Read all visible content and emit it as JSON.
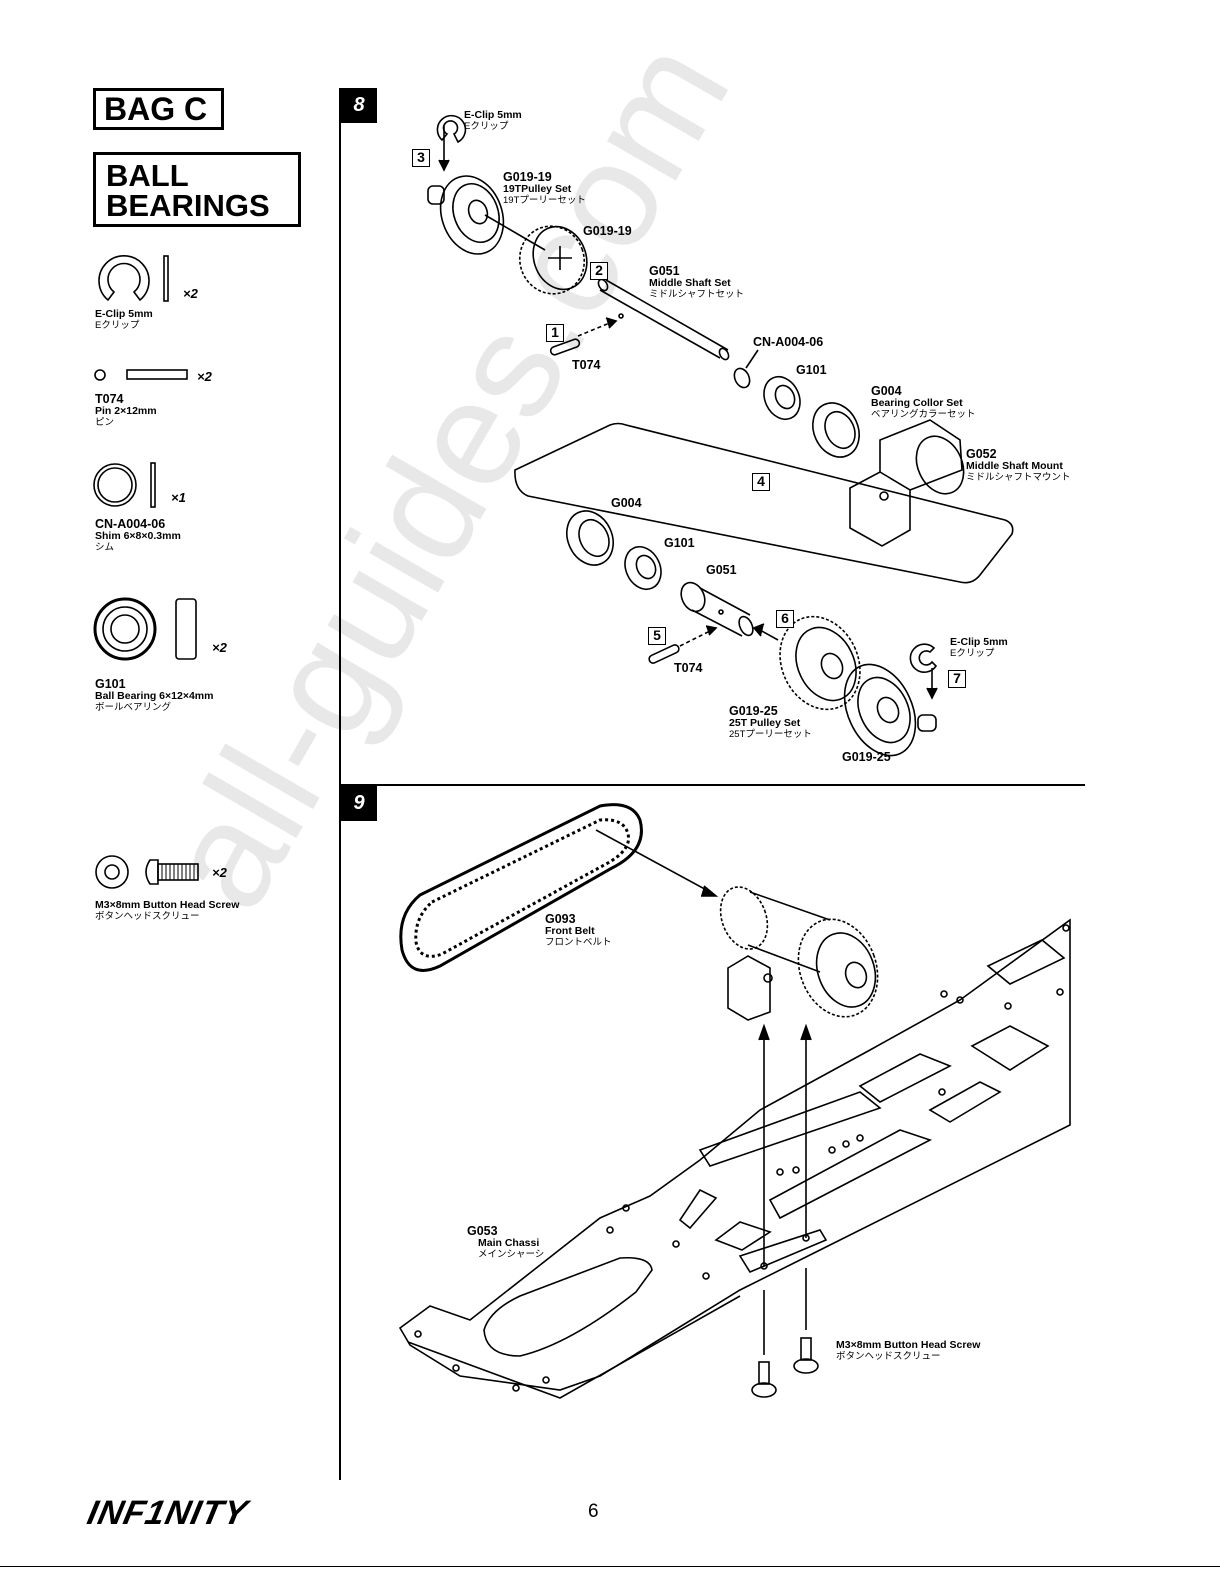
{
  "header": {
    "bag": "BAG C",
    "section_line1": "BALL",
    "section_line2": "BEARINGS"
  },
  "parts_list": [
    {
      "code": "",
      "en": "E-Clip 5mm",
      "jp": "Eクリップ",
      "qty": "×2"
    },
    {
      "code": "T074",
      "en": "Pin 2×12mm",
      "jp": "ピン",
      "qty": "×2"
    },
    {
      "code": "CN-A004-06",
      "en": "Shim 6×8×0.3mm",
      "jp": "シム",
      "qty": "×1"
    },
    {
      "code": "G101",
      "en": "Ball Bearing 6×12×4mm",
      "jp": "ボールベアリング",
      "qty": "×2"
    },
    {
      "code": "",
      "en": "M3×8mm Button Head Screw",
      "jp": "ボタンヘッドスクリュー",
      "qty": "×2"
    }
  ],
  "step8": {
    "number": "8",
    "sub_steps": [
      "1",
      "2",
      "3",
      "4",
      "5",
      "6",
      "7"
    ],
    "labels": {
      "eclip_top": {
        "en": "E-Clip 5mm",
        "jp": "Eクリップ"
      },
      "g019_19_set": {
        "code": "G019-19",
        "en": "19TPulley Set",
        "jp": "19Tプーリーセット"
      },
      "g019_19": "G019-19",
      "g051_set": {
        "code": "G051",
        "en": "Middle Shaft Set",
        "jp": "ミドルシャフトセット"
      },
      "t074_top": "T074",
      "cn_a004": "CN-A004-06",
      "g101_top": "G101",
      "g004_set": {
        "code": "G004",
        "en": "Bearing Collor Set",
        "jp": "ベアリングカラーセット"
      },
      "g052": {
        "code": "G052",
        "en": "Middle Shaft Mount",
        "jp": "ミドルシャフトマウント"
      },
      "g004_bottom": "G004",
      "g101_bottom": "G101",
      "g051_bottom": "G051",
      "t074_bottom": "T074",
      "eclip_bottom": {
        "en": "E-Clip 5mm",
        "jp": "Eクリップ"
      },
      "g019_25_set": {
        "code": "G019-25",
        "en": "25T Pulley Set",
        "jp": "25Tプーリーセット"
      },
      "g019_25": "G019-25"
    }
  },
  "step9": {
    "number": "9",
    "labels": {
      "g093": {
        "code": "G093",
        "en": "Front Belt",
        "jp": "フロントベルト"
      },
      "g053": {
        "code": "G053",
        "en": "Main Chassi",
        "jp": "メインシャーシ"
      },
      "screw": {
        "en": "M3×8mm Button Head Screw",
        "jp": "ボタンヘッドスクリュー"
      }
    }
  },
  "footer": {
    "brand": "INF1NITY",
    "page_number": "6"
  },
  "watermark": "all-guides.com"
}
